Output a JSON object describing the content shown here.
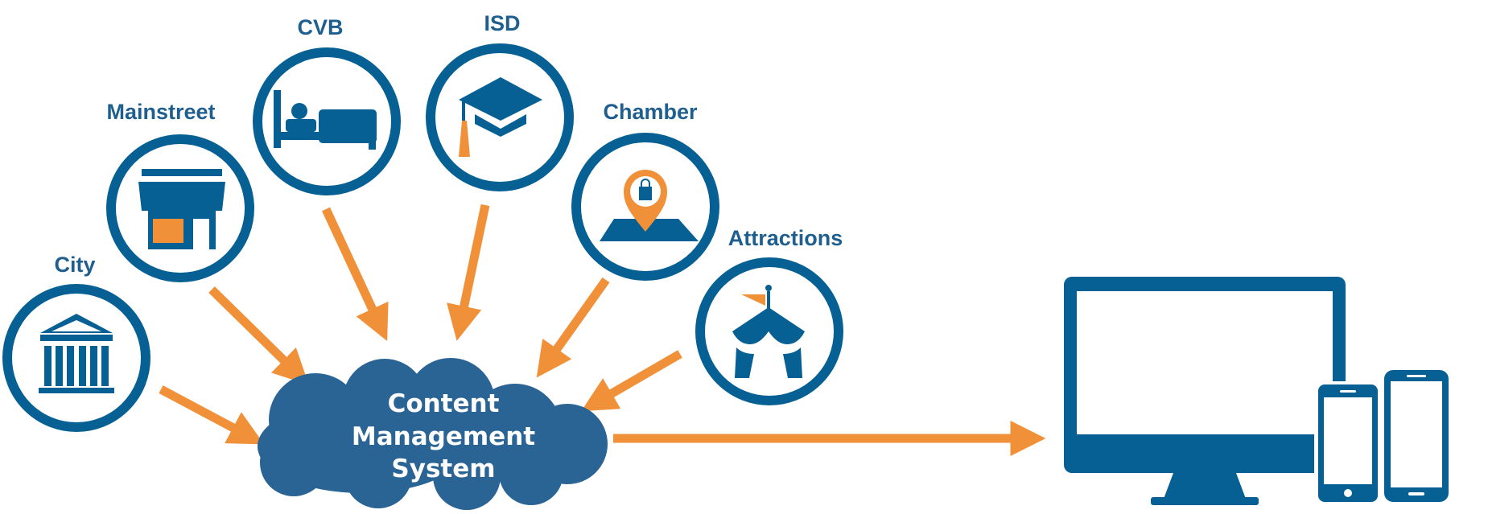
{
  "colors": {
    "primary_blue": "#066093",
    "label_blue": "#1f5f8f",
    "cloud_blue": "#2a6495",
    "accent_orange": "#f0913a",
    "background": "#ffffff"
  },
  "sources": [
    {
      "label": "City",
      "icon": "government-building-icon"
    },
    {
      "label": "Mainstreet",
      "icon": "storefront-icon"
    },
    {
      "label": "CVB",
      "icon": "hotel-bed-icon"
    },
    {
      "label": "ISD",
      "icon": "graduation-cap-icon"
    },
    {
      "label": "Chamber",
      "icon": "shopping-location-pin-icon"
    },
    {
      "label": "Attractions",
      "icon": "circus-tent-icon"
    }
  ],
  "cms": {
    "line1": "Content",
    "line2": "Management",
    "line3": "System",
    "icon": "cloud-icon"
  },
  "devices": {
    "icons": [
      "desktop-monitor-icon",
      "smartphone-icon",
      "smartphone-icon"
    ]
  }
}
